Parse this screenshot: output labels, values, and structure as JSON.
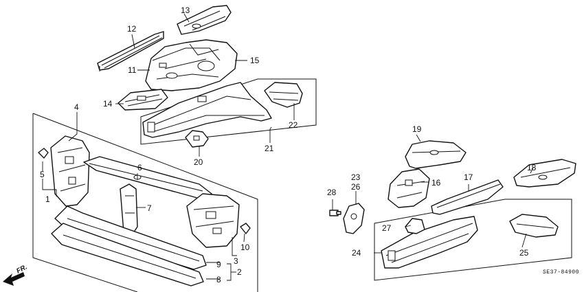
{
  "diagram": {
    "callouts": {
      "c1": "1",
      "c2": "2",
      "c3": "3",
      "c4": "4",
      "c5": "5",
      "c6": "6",
      "c7": "7",
      "c8": "8",
      "c9": "9",
      "c10": "10",
      "c11": "11",
      "c12": "12",
      "c13": "13",
      "c14": "14",
      "c15": "15",
      "c16": "16",
      "c17": "17",
      "c18": "18",
      "c19": "19",
      "c20": "20",
      "c21": "21",
      "c22": "22",
      "c23": "23",
      "c24": "24",
      "c25": "25",
      "c26": "26",
      "c27": "27",
      "c28": "28"
    },
    "direction_label": "FR.",
    "diagram_code": "SE37-84900"
  }
}
